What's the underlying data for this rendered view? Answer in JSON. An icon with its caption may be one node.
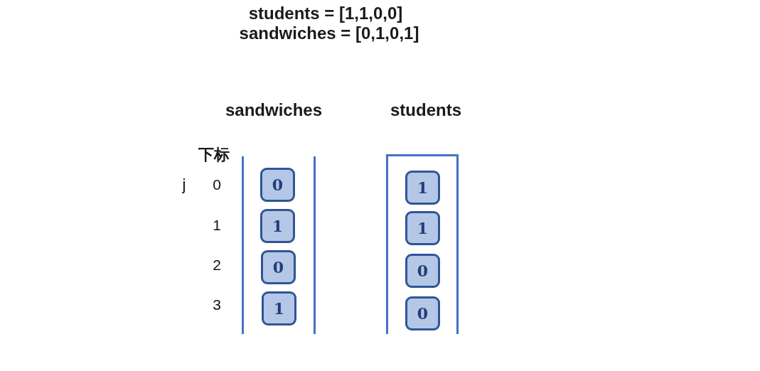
{
  "diagram": {
    "nodes": [
      {
        "text": [
          "sandwiches"
        ]
      },
      {
        "text": [
          "0"
        ],
        "in": 0
      },
      {
        "text": [
          "1"
        ],
        "in": 0
      },
      {
        "text": [
          "0"
        ],
        "in": 0
      },
      {
        "text": [
          "1"
        ],
        "in": 0
      },
      {
        "text": [
          "students"
        ]
      },
      {
        "text": [
          "1"
        ],
        "in": 5
      },
      {
        "text": [
          "1"
        ],
        "in": 5
      },
      {
        "text": [
          "0"
        ],
        "in": 5
      },
      {
        "text": [
          "0"
        ],
        "in": 5
      }
    ],
    "labels": [
      "students = [1,1,0,0]",
      "sandwiches = [0,1,0,1]",
      "下标",
      "j",
      "0",
      "1",
      "2",
      "3"
    ]
  }
}
